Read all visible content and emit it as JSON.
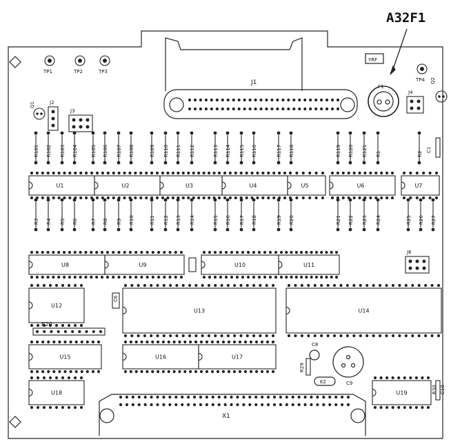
{
  "callout": {
    "label": "A32F1"
  },
  "test_points": [
    "TP1",
    "TP2",
    "TP3",
    "TP4"
  ],
  "connectors": {
    "top": "J1",
    "bottom": "X1",
    "headers": [
      "J2",
      "J3",
      "J4",
      "J6"
    ]
  },
  "fuse": "F1",
  "labels": {
    "yrf": "YRF",
    "q1": "Q1",
    "q2": "Q2",
    "c1": "C1",
    "c6": "C6",
    "c8": "C8",
    "c9": "C9",
    "r20": "R20",
    "r29": "R29",
    "e2": "E2",
    "r30": "R30",
    "c10": "C10"
  },
  "ics": [
    "U1",
    "U2",
    "U3",
    "U4",
    "U5",
    "U6",
    "U7",
    "U8",
    "U9",
    "U10",
    "U11",
    "U12",
    "U13",
    "U14",
    "U15",
    "U16",
    "U17",
    "U18",
    "U19"
  ],
  "resistors_top": [
    "R101",
    "R102",
    "R103",
    "R104",
    "R105",
    "R106",
    "R107",
    "R108",
    "R109",
    "R110",
    "R111",
    "R112",
    "R113",
    "R114",
    "R115",
    "R116",
    "R117",
    "R118",
    "R119",
    "R120",
    "R121",
    "R1",
    "R2"
  ],
  "resistors_bottom": [
    "R3",
    "R4",
    "R5",
    "R6",
    "R7",
    "R8",
    "R9",
    "R10",
    "R11",
    "R12",
    "R13",
    "R14",
    "R15",
    "R16",
    "R17",
    "R18",
    "R19",
    "R20",
    "R21",
    "R22",
    "R23",
    "R24",
    "R25",
    "R26",
    "R27"
  ]
}
